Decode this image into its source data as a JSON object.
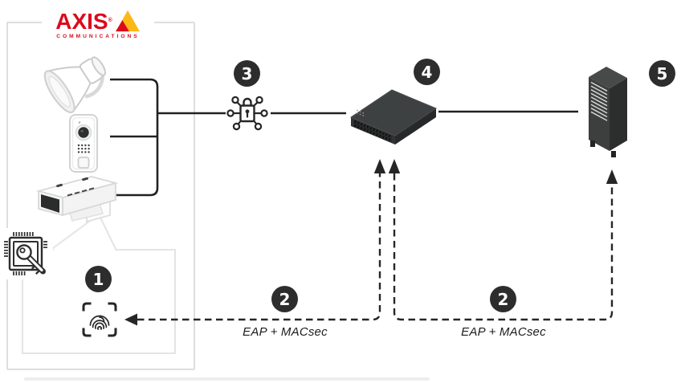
{
  "brand": {
    "name": "AXIS",
    "registered_mark": "®",
    "subtitle": "COMMUNICATIONS"
  },
  "colors": {
    "brand_red": "#dc0a1e",
    "brand_yellow": "#fcb817",
    "badge_dark": "#2d2d2d",
    "line_dark": "#212121",
    "dashed_dark": "#262626",
    "box_border": "#dedede",
    "callout_border": "#e4e4e4"
  },
  "steps": {
    "step1": "1",
    "step2_left": "2",
    "step2_right": "2",
    "step3": "3",
    "step4": "4",
    "step5": "5"
  },
  "labels": {
    "eap_macsec_left": "EAP + MACsec",
    "eap_macsec_right": "EAP + MACsec"
  },
  "icons": {
    "horn_speaker": "horn-speaker-illustration",
    "door_station": "door-station-illustration",
    "box_camera": "box-camera-illustration",
    "secure_element": "chip-key-icon",
    "step1_fingerprint": "fingerprint-frame-icon",
    "step3_lock": "padlock-network-icon",
    "network_switch": "network-switch-illustration",
    "server": "server-tower-illustration",
    "flow_arrows": "dashed-flow-arrows"
  }
}
